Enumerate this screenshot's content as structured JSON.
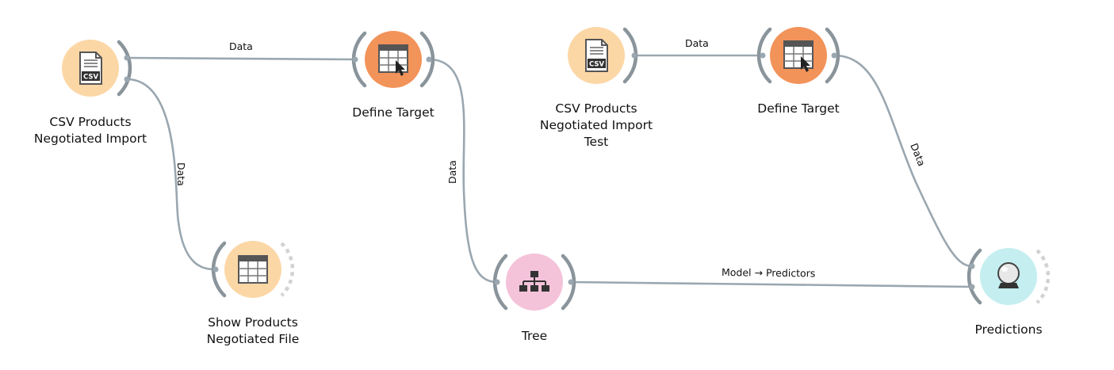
{
  "colors": {
    "link": "#9aa7b0",
    "bracket": "#8a949b",
    "csv_fill": "#fcd7a6",
    "orange_fill": "#f2935a",
    "pink_fill": "#f4c2d9",
    "cyan_fill": "#c5eef0",
    "table_fill": "#fcd7a6"
  },
  "nodes": {
    "csv1": {
      "icon": "csv-file-icon",
      "label": [
        "CSV Products",
        "Negotiated Import"
      ]
    },
    "define1": {
      "icon": "table-select-icon",
      "label": [
        "Define Target"
      ]
    },
    "show": {
      "icon": "table-icon",
      "label": [
        "Show Products",
        "Negotiated File"
      ]
    },
    "tree": {
      "icon": "tree-icon",
      "label": [
        "Tree"
      ]
    },
    "csv2": {
      "icon": "csv-file-icon",
      "label": [
        "CSV Products",
        "Negotiated Import",
        "Test"
      ]
    },
    "define2": {
      "icon": "table-select-icon",
      "label": [
        "Define Target"
      ]
    },
    "predictions": {
      "icon": "crystal-ball-icon",
      "label": [
        "Predictions"
      ]
    }
  },
  "links": {
    "csv1_define1": "Data",
    "csv1_show": "Data",
    "define1_tree": "Data",
    "csv2_define2": "Data",
    "define2_predictions": "Data",
    "tree_predictions": "Model → Predictors"
  },
  "csv_icon_text": "CSV"
}
